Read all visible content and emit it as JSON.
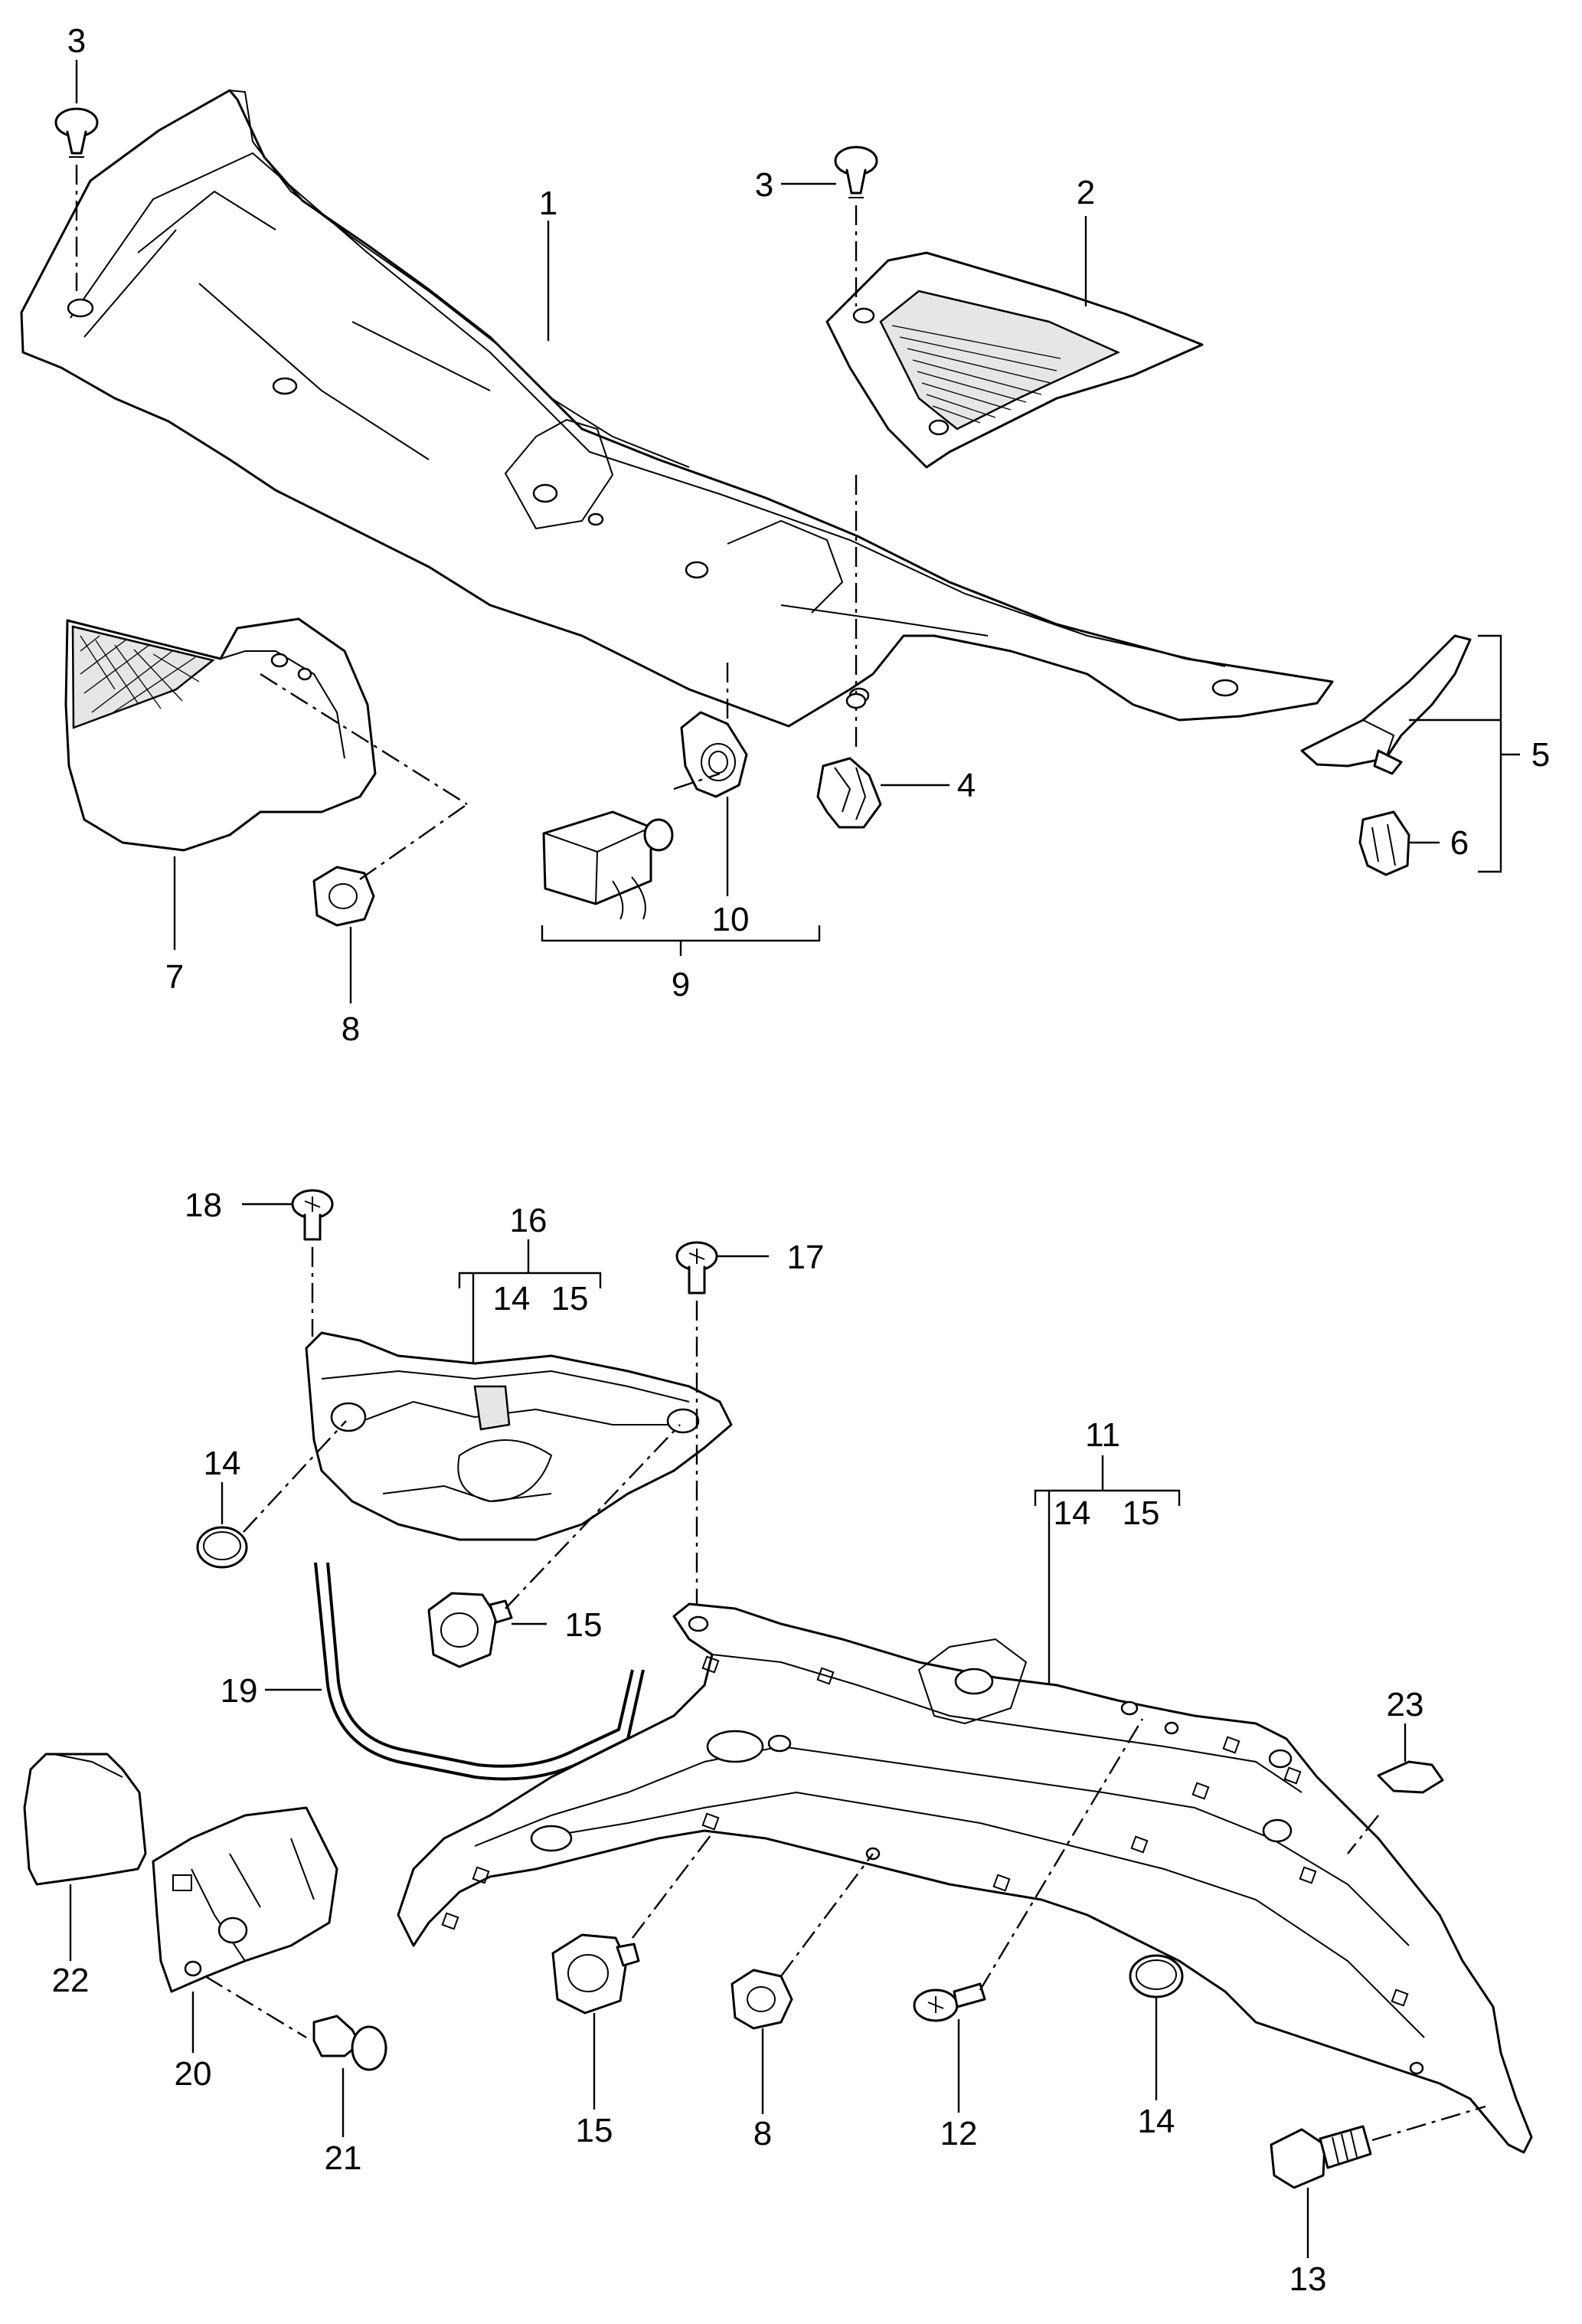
{
  "labels": {
    "p1": "1",
    "p2": "2",
    "p3a": "3",
    "p3b": "3",
    "p4": "4",
    "p5": "5",
    "p6": "6",
    "p7": "7",
    "p8a": "8",
    "p9": "9",
    "p10": "10",
    "p11": "11",
    "p11_14": "14",
    "p11_15": "15",
    "p12": "12",
    "p13": "13",
    "p14a": "14",
    "p14b": "14",
    "p15a": "15",
    "p15b": "15",
    "p16": "16",
    "p16_14": "14",
    "p16_15": "15",
    "p17": "17",
    "p18": "18",
    "p19": "19",
    "p20": "20",
    "p21": "21",
    "p22": "22",
    "p23": "23",
    "p8b": "8"
  }
}
